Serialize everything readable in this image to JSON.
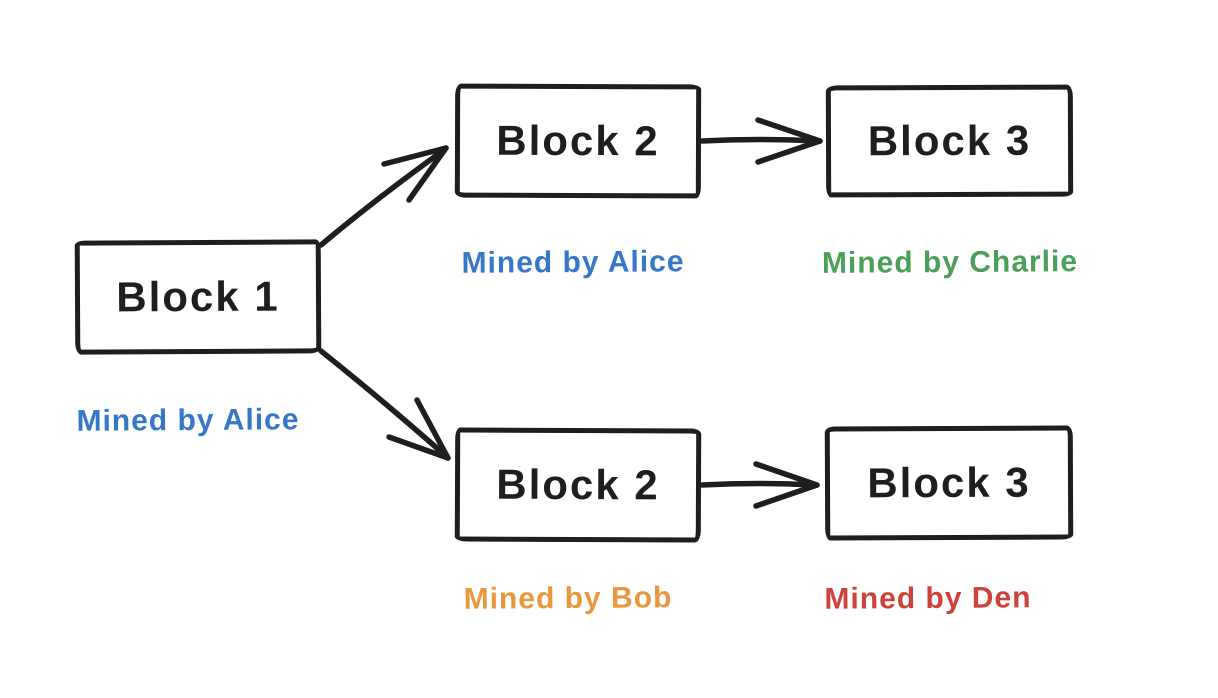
{
  "diagram": {
    "type": "blockchain-fork-flowchart",
    "style": "hand-drawn",
    "canvas": {
      "background": "#ffffff",
      "stroke_color": "#1e1e1e"
    },
    "colors": {
      "alice_blue": "#3777c9",
      "charlie_green": "#4aa058",
      "bob_orange": "#e8993f",
      "den_red": "#cd433c"
    },
    "nodes": [
      {
        "id": "block-1",
        "label": "Block 1",
        "miner": "Mined by Alice",
        "miner_color": "#3777c9"
      },
      {
        "id": "block-2-top",
        "label": "Block 2",
        "miner": "Mined by Alice",
        "miner_color": "#3777c9"
      },
      {
        "id": "block-3-top",
        "label": "Block 3",
        "miner": "Mined by Charlie",
        "miner_color": "#4aa058"
      },
      {
        "id": "block-2-bottom",
        "label": "Block 2",
        "miner": "Mined by Bob",
        "miner_color": "#e8993f"
      },
      {
        "id": "block-3-bottom",
        "label": "Block 3",
        "miner": "Mined by Den",
        "miner_color": "#cd433c"
      }
    ],
    "edges": [
      {
        "from": "block-1",
        "to": "block-2-top"
      },
      {
        "from": "block-1",
        "to": "block-2-bottom"
      },
      {
        "from": "block-2-top",
        "to": "block-3-top"
      },
      {
        "from": "block-2-bottom",
        "to": "block-3-bottom"
      }
    ]
  }
}
